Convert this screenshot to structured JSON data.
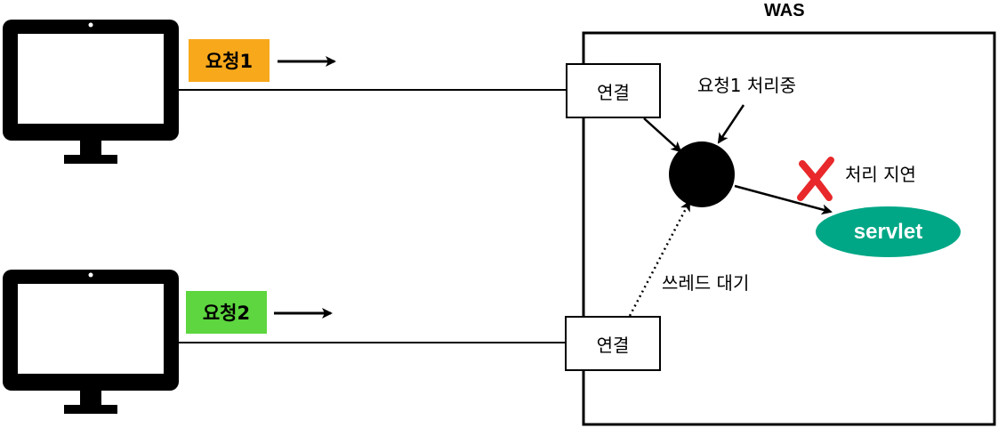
{
  "was": {
    "title": "WAS"
  },
  "clients": [
    {
      "request_label": "요청1",
      "tag_color": "#f8a81b"
    },
    {
      "request_label": "요청2",
      "tag_color": "#5dd63f"
    }
  ],
  "connections": [
    {
      "label": "연결"
    },
    {
      "label": "연결"
    }
  ],
  "annotations": {
    "processing": "요청1 처리중",
    "delay": "처리 지연",
    "thread_wait": "쓰레드 대기"
  },
  "servlet": {
    "label": "servlet",
    "color": "#00a786"
  },
  "colors": {
    "error_mark": "#e8282a"
  }
}
